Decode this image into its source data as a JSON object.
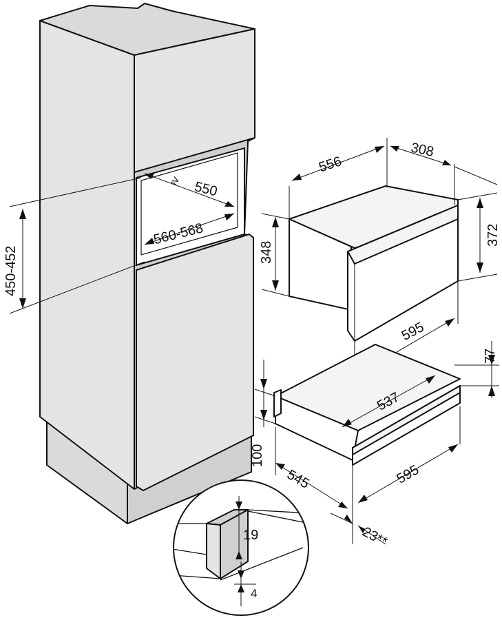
{
  "diagram": {
    "labels": {
      "niche_depth_min": "550",
      "niche_depth_prefix": "≥",
      "niche_width": "560-568",
      "niche_height": "450-452",
      "appliance_width": "556",
      "appliance_depth": "308",
      "appliance_height": "348",
      "front_height": "372",
      "front_width": "595",
      "drawer_depth": "537",
      "drawer_front_height": "77",
      "drawer_height": "100",
      "drawer_body_depth": "545",
      "drawer_front_width": "595",
      "front_offset": "23**",
      "detail_gap": "19",
      "detail_clearance": "4"
    }
  }
}
